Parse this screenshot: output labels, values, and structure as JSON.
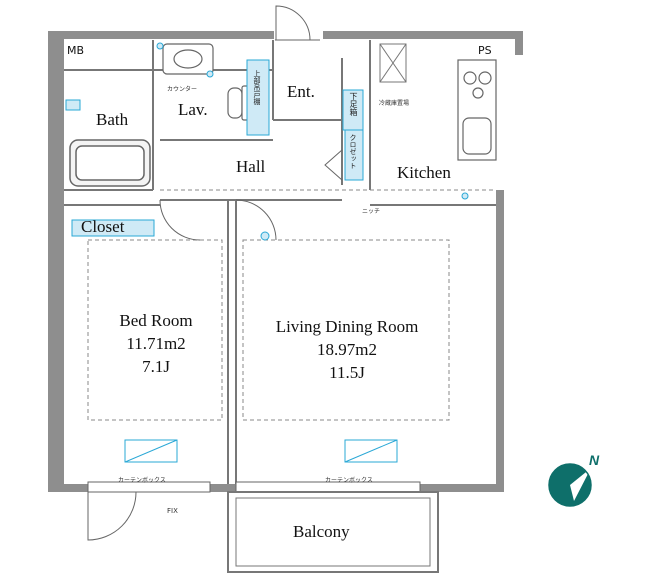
{
  "rooms": {
    "mb": "MB",
    "ps": "PS",
    "bath": "Bath",
    "lav": "Lav.",
    "ent": "Ent.",
    "hall": "Hall",
    "kitchen": "Kitchen",
    "closet": "Closet",
    "bedroom": {
      "name": "Bed Room",
      "area": "11.71m2",
      "size": "7.1J"
    },
    "living": {
      "name": "Living Dining Room",
      "area": "18.97m2",
      "size": "11.5J"
    },
    "balcony": "Balcony"
  },
  "annotations": {
    "counter": "カウンター",
    "storage_lav": "上部吊戸棚",
    "shoe_box": "下足箱",
    "closet_small": "クロゼット",
    "fridge": "冷蔵庫置場",
    "niche": "ニッチ",
    "curtain_box_left": "カーテンボックス",
    "curtain_box_right": "カーテンボックス",
    "fix": "FIX"
  },
  "compass": {
    "label": "N"
  },
  "colors": {
    "wall": "#8c8c8c",
    "accent": "#2aa8d6",
    "fixture": "#555555",
    "compass": "#0e6f6a"
  }
}
